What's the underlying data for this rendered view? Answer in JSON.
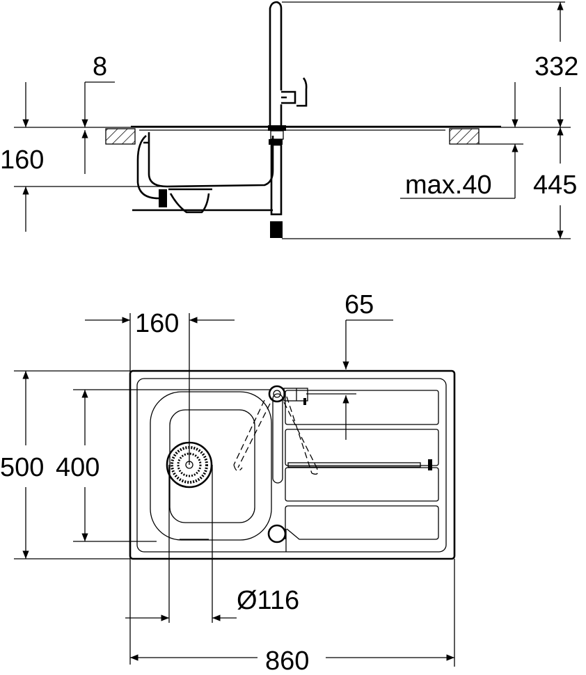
{
  "drawing": {
    "side_view": {
      "faucet_height": "332",
      "rim_thickness": "8",
      "bowl_depth": "160",
      "countertop_max": "max.40",
      "under_height": "445"
    },
    "top_view": {
      "bowl_offset": "160",
      "faucet_offset": "65",
      "overall_depth": "500",
      "bowl_depth": "400",
      "drain_diameter": "Ø116",
      "overall_width": "860"
    }
  }
}
